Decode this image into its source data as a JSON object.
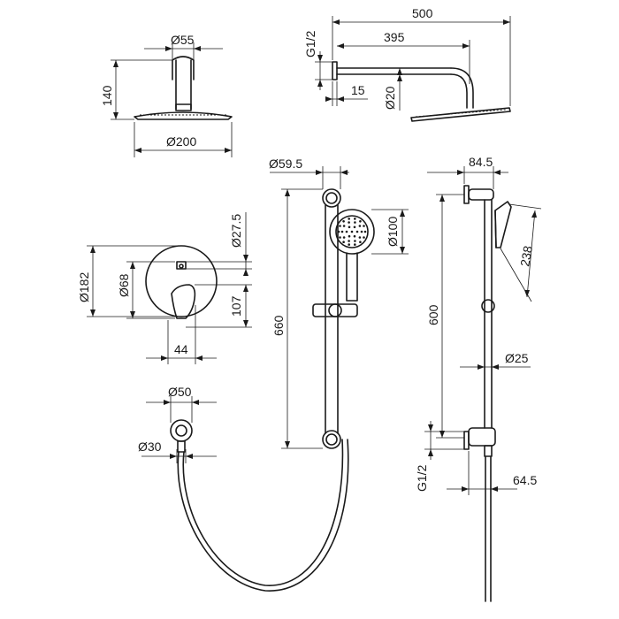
{
  "labels": {
    "shower_head_top_diameter": "Ø55",
    "shower_head_height": "140",
    "shower_head_diameter": "Ø200",
    "arm_total_length": "500",
    "arm_thread": "G1/2",
    "arm_length": "395",
    "arm_flange": "15",
    "arm_pipe_diameter": "Ø20",
    "mixer_plate_diameter": "Ø182",
    "mixer_inner_diameter": "Ø68",
    "mixer_knob_diameter": "Ø27.5",
    "mixer_handle_offset": "107",
    "mixer_handle_width": "44",
    "rail_top_diameter": "Ø59.5",
    "rail_length": "660",
    "hand_shower_diameter": "Ø100",
    "side_top_depth": "84.5",
    "side_rail_length": "600",
    "hand_shower_length": "238",
    "rail_pipe_diameter": "Ø25",
    "side_thread": "G1/2",
    "side_bottom_depth": "64.5",
    "outlet_diameter": "Ø50",
    "hose_connector_diameter": "Ø30"
  },
  "icons": {
    "shower_head": "rain-shower-head-icon",
    "hand_shower": "hand-shower-icon",
    "mixer": "wall-mixer-icon"
  }
}
